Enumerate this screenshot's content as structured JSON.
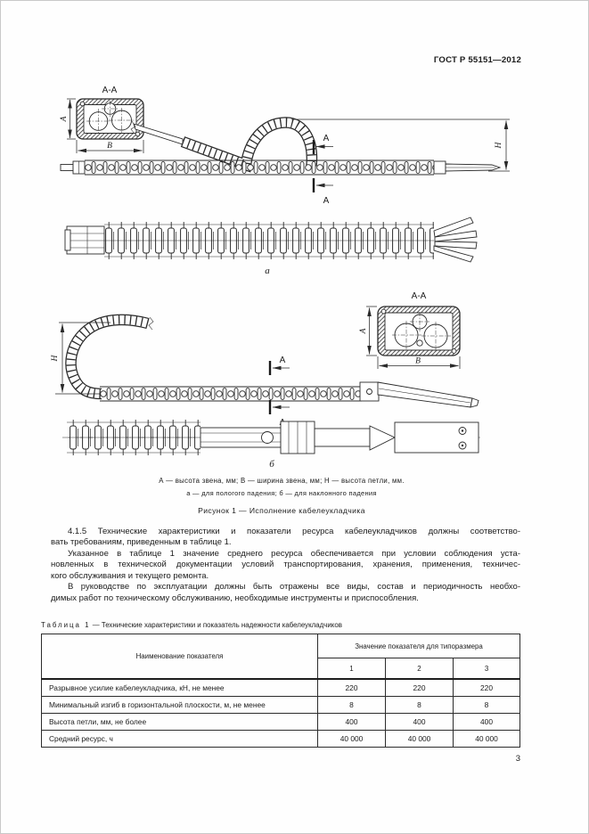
{
  "doc": {
    "header": "ГОСТ Р 55151—2012",
    "page_number": "3"
  },
  "figure": {
    "section_label": "А-А",
    "cut_label": "А",
    "dim_a": "А",
    "dim_b": "В",
    "dim_h": "Н",
    "sub_label_a": "а",
    "sub_label_b": "б",
    "caption_dims": "А — высота звена, мм; В — ширина звена, мм; Н — высота петли, мм.",
    "caption_subs": "а — для пологого падения; б — для наклонного падения",
    "caption_title": "Рисунок 1 — Исполнение кабелеукладчика"
  },
  "body_text": {
    "lines": [
      {
        "text": "4.1.5 Технические характеристики и показатели ресурса кабелеукладчиков должны соответство-"
      },
      {
        "text": "вать требованиям, приведенным в таблице 1."
      },
      {
        "text": "Указанное в таблице 1 значение среднего ресурса обеспечивается при условии соблюдения уста-"
      },
      {
        "text": "новленных в технической документации условий транспортирования, хранения, применения, техничес-"
      },
      {
        "text": "кого обслуживания и текущего ремонта."
      },
      {
        "text": "В руководстве по эксплуатации должны быть отражены все виды, состав и периодичность необхо-"
      },
      {
        "text": "димых работ по техническому обслуживанию, необходимые инструменты и приспособления."
      }
    ]
  },
  "table": {
    "title_label": "Таблица 1",
    "title_rest": "— Технические характеристики и показатель надежности кабелеукладчиков",
    "name_header": "Наименование показателя",
    "values_header": "Значение показателя для типоразмера",
    "type_cols": [
      "1",
      "2",
      "3"
    ],
    "rows": [
      {
        "name": "Разрывное усилие кабелеукладчика, кН, не менее",
        "values": [
          "220",
          "220",
          "220"
        ]
      },
      {
        "name": "Минимальный изгиб в горизонтальной плоскости, м, не менее",
        "values": [
          "8",
          "8",
          "8"
        ]
      },
      {
        "name": "Высота петли, мм, не более",
        "values": [
          "400",
          "400",
          "400"
        ]
      },
      {
        "name": "Средний ресурс, ч",
        "values": [
          "40 000",
          "40 000",
          "40 000"
        ]
      }
    ]
  }
}
